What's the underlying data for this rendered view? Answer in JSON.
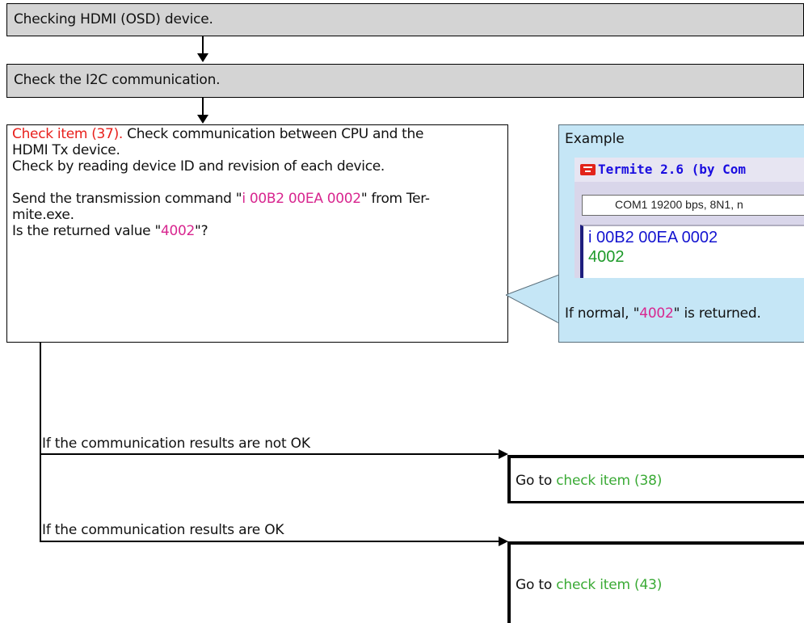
{
  "banner1": {
    "text": "Checking HDMI (OSD) device."
  },
  "banner2": {
    "text": "Check the I2C communication."
  },
  "check_box": {
    "item_label": "Check item (37).",
    "line1_rest": " Check communication between CPU and the",
    "line2": "HDMI Tx device.",
    "line3": "Check by reading device ID and revision of each device.",
    "send_prefix": "Send the transmission command \"",
    "command": "i 00B2 00EA 0002",
    "send_suffix": "\" from Ter-",
    "send_line2": "mite.exe.",
    "question_prefix": "Is the returned value \"",
    "value": "4002",
    "question_suffix": "\"?"
  },
  "example": {
    "title": "Example",
    "app_title": "Termite 2.6 (by Com",
    "status_text": "COM1 19200 bps, 8N1, n",
    "console_cmd": "i 00B2 00EA 0002",
    "console_reply": "4002",
    "note_prefix": "If normal, \"",
    "note_value": "4002",
    "note_suffix": "\" is returned."
  },
  "branch_not_ok": {
    "label": "If the communication results are not OK",
    "dest_prefix": "Go to ",
    "dest_link": "check item (38)"
  },
  "branch_ok": {
    "label": "If the communication results are OK",
    "dest_prefix": "Go to ",
    "dest_link": "check item (43)"
  },
  "colors": {
    "banner": "#d4d4d4",
    "callout": "#c5e6f6",
    "red": "#e8201c",
    "magenta": "#d8268f",
    "green": "#3aaa35",
    "console_cmd": "#1414d0",
    "console_reply": "#1e9a2a"
  }
}
